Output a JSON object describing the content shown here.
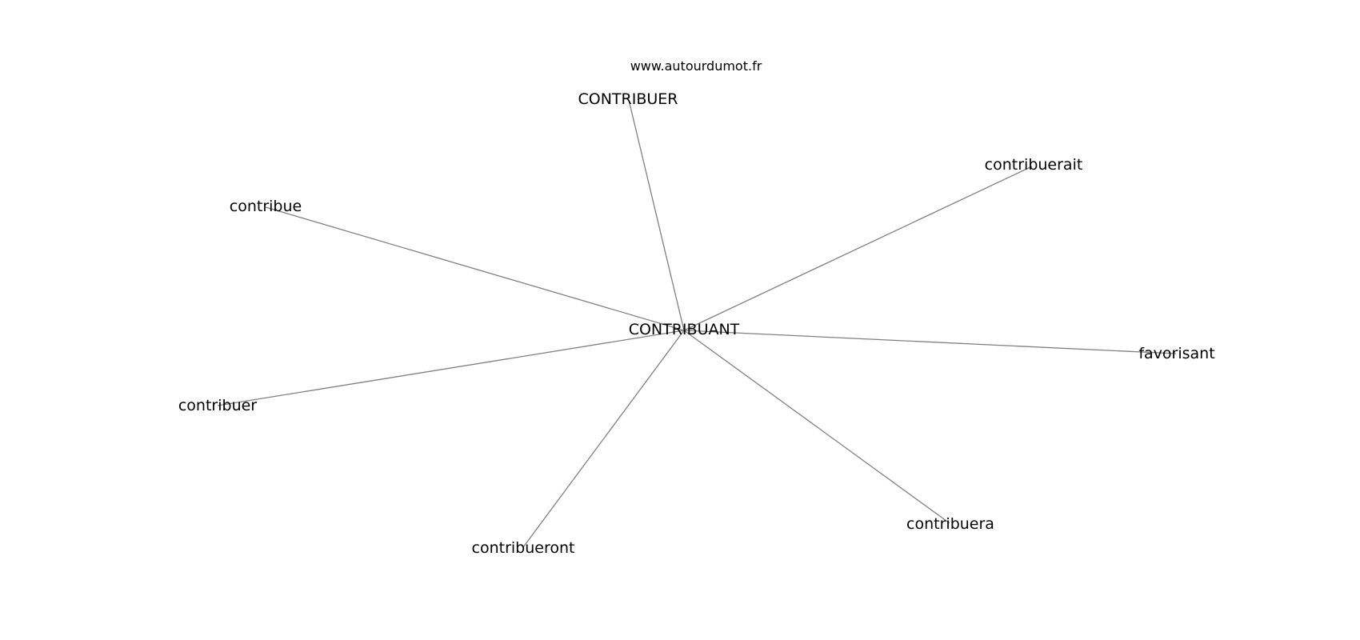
{
  "watermark": "www.autourdumot.fr",
  "graph": {
    "center": {
      "id": "center",
      "label": "CONTRIBUANT"
    },
    "nodes": [
      {
        "id": "contribuer-upper",
        "label": "CONTRIBUER"
      },
      {
        "id": "contribuerait",
        "label": "contribuerait"
      },
      {
        "id": "contribue",
        "label": "contribue"
      },
      {
        "id": "favorisant",
        "label": "favorisant"
      },
      {
        "id": "contribuer",
        "label": "contribuer"
      },
      {
        "id": "contribuera",
        "label": "contribuera"
      },
      {
        "id": "contribueront",
        "label": "contribueront"
      }
    ],
    "edges": [
      {
        "from": "center",
        "to": "contribuer-upper"
      },
      {
        "from": "center",
        "to": "contribuerait"
      },
      {
        "from": "center",
        "to": "contribue"
      },
      {
        "from": "center",
        "to": "favorisant"
      },
      {
        "from": "center",
        "to": "contribuer"
      },
      {
        "from": "center",
        "to": "contribuera"
      },
      {
        "from": "center",
        "to": "contribueront"
      }
    ]
  },
  "colors": {
    "edge": "#808080",
    "text": "#000000",
    "background": "#ffffff"
  }
}
